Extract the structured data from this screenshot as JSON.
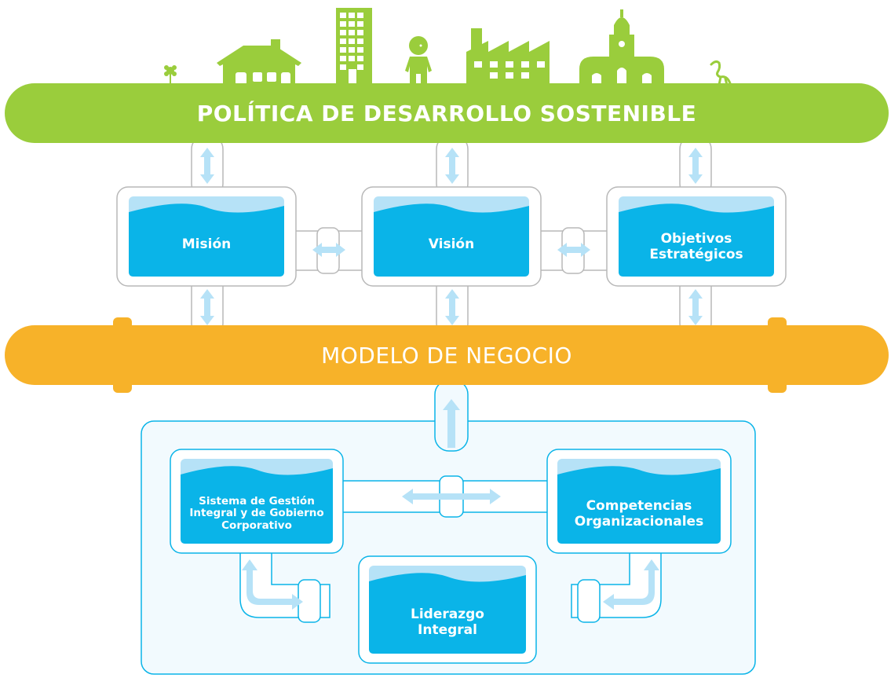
{
  "top_band": {
    "title": "POLÍTICA DE DESARROLLO SOSTENIBLE"
  },
  "middle_band": {
    "title": "MODELO DE NEGOCIO"
  },
  "strategic_boxes": [
    {
      "label": "Misión"
    },
    {
      "label": "Visión"
    },
    {
      "label": "Objetivos Estratégicos"
    }
  ],
  "management_boxes": {
    "system": "Sistema de Gestión Integral y de Gobierno Corporativo",
    "competencies": "Competencias Organizacionales",
    "leadership": "Liderazgo Integral"
  },
  "icons": [
    "flower-icon",
    "house-icon",
    "building-icon",
    "child-icon",
    "factory-icon",
    "church-icon",
    "heron-icon"
  ],
  "colors": {
    "green": "#9acd3c",
    "orange": "#f7b229",
    "blue": "#0ab4e8",
    "light_blue": "#b6e2f7",
    "panel": "#f2fafe"
  }
}
